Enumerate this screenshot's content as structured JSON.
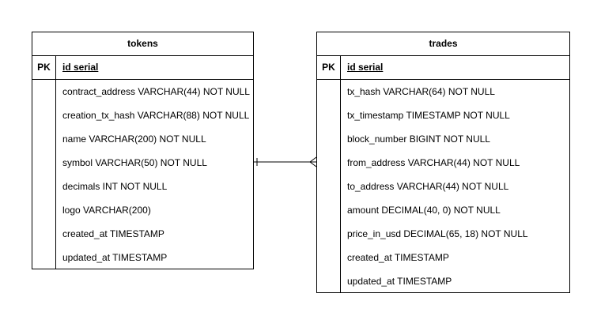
{
  "entities": {
    "tokens": {
      "title": "tokens",
      "pk_label": "PK",
      "pk_field": "id serial",
      "fields": [
        "contract_address VARCHAR(44) NOT NULL",
        "creation_tx_hash VARCHAR(88) NOT NULL",
        "name VARCHAR(200) NOT NULL",
        "symbol VARCHAR(50) NOT NULL",
        "decimals INT NOT NULL",
        "logo VARCHAR(200)",
        "created_at TIMESTAMP",
        "updated_at TIMESTAMP"
      ]
    },
    "trades": {
      "title": "trades",
      "pk_label": "PK",
      "pk_field": "id serial",
      "fields": [
        "tx_hash VARCHAR(64) NOT NULL",
        "tx_timestamp TIMESTAMP NOT NULL",
        "block_number BIGINT NOT NULL",
        "from_address VARCHAR(44) NOT NULL",
        "to_address VARCHAR(44) NOT NULL",
        "amount DECIMAL(40, 0) NOT NULL",
        "price_in_usd DECIMAL(65, 18) NOT NULL",
        "created_at TIMESTAMP",
        "updated_at TIMESTAMP"
      ]
    }
  },
  "relationship": {
    "from": "tokens",
    "to": "trades",
    "from_cardinality": "one",
    "to_cardinality": "many"
  },
  "colors": {
    "border": "#000000",
    "background": "#ffffff"
  }
}
